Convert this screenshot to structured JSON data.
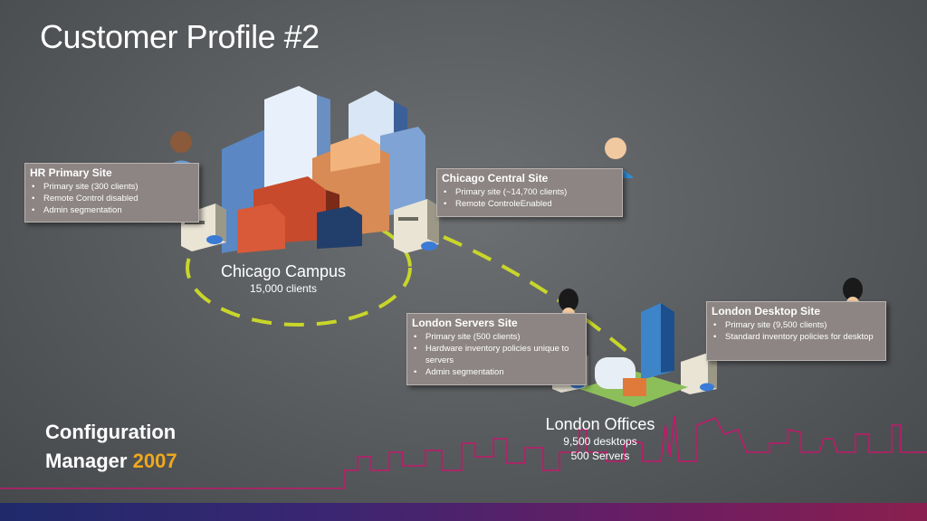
{
  "title": "Customer Profile #2",
  "sites": {
    "hr": {
      "heading": "HR Primary Site",
      "bullets": [
        "Primary site (300 clients)",
        "Remote Control disabled",
        "Admin segmentation"
      ]
    },
    "chicago_central": {
      "heading": "Chicago Central Site",
      "bullets": [
        "Primary site (~14,700 clients)",
        "Remote ControleEnabled"
      ]
    },
    "london_servers": {
      "heading": "London Servers Site",
      "bullets": [
        "Primary site (500  clients)",
        "Hardware inventory policies unique to servers",
        "Admin segmentation"
      ]
    },
    "london_desktop": {
      "heading": "London Desktop Site",
      "bullets": [
        "Primary site (9,500 clients)",
        "Standard inventory policies for desktop"
      ]
    }
  },
  "locations": {
    "chicago": {
      "name": "Chicago Campus",
      "detail": "15,000 clients"
    },
    "london": {
      "name": "London Offices",
      "detail1": "9,500 desktops",
      "detail2": "500 Servers"
    }
  },
  "product": {
    "line1": "Configuration",
    "line2_prefix": "Manager",
    "year": "2007"
  },
  "colors": {
    "link": "#c8d62a",
    "skyline": "#c2186b",
    "year": "#f0a81c",
    "callout": "#8c8583"
  }
}
